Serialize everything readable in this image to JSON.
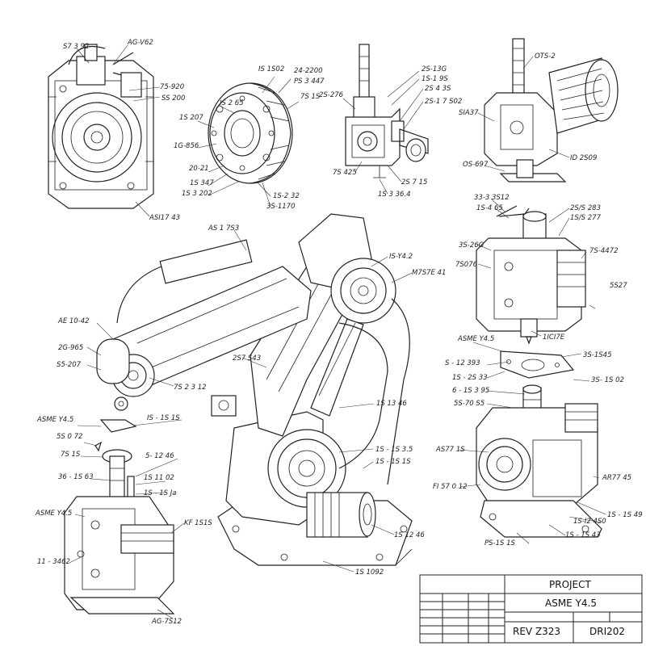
{
  "labels": {
    "tl_1": "S7 3 92",
    "tl_2": "AG-V62",
    "tl_3": "75-920",
    "tl_4": "SS 200",
    "tl_5": "ASI17 43",
    "ring_1": "IS 2 65",
    "ring_2": "IS 1S02",
    "ring_3": "24-2200",
    "ring_4": "PS 3 447",
    "ring_5": "7S 1S",
    "ring_6": "1S 207",
    "ring_7": "1G-856",
    "ring_8": "20-21",
    "ring_9": "1S 347",
    "ring_10": "1S 3 202",
    "ring_11": "1S-2 32",
    "ring_12": "3S-1170",
    "vm_1": "2S-13G",
    "vm_2": "1S-1 9S",
    "vm_3": "2S-276",
    "vm_4": "2S 4 3S",
    "vm_5": "2S-1 7 S02",
    "vm_6": "7S 425",
    "vm_7": "2S 7 15",
    "vm_8": "1S 3 36.4",
    "tr_1": "OTS-2",
    "tr_2": "SIA37",
    "tr_3": "ID 2S09",
    "tr_4": "OS-697",
    "rm_1": "33-3 3S12",
    "rm_2": "1S-4 65",
    "rm_3": "2S/S 283",
    "rm_4": "1S/S 277",
    "rm_5": "3S-26G",
    "rm_6": "7S-4472",
    "rm_7": "7S076",
    "rm_8": "5S27",
    "rm_9": "1ICI7E",
    "robot_1": "AS 1 7S3",
    "robot_2": "IS-Y4.2",
    "robot_3": "M7S7E 41",
    "robot_4": "AE 10-42",
    "robot_5": "2G-965",
    "robot_6": "S5-207",
    "robot_7": "7S 2 3 12",
    "robot_8": "2S7 S43",
    "robot_9": "1S 13 46",
    "robot_10": "1S - 1S 3.5",
    "robot_11": "1S - 1S 1S",
    "robot_12": "1S 12 46",
    "robot_13": "1S 1092",
    "bl_1": "ASME Y4.5",
    "bl_2": "IS - 1S 1S",
    "bl_3": "5S 0 72",
    "bl_4": "7S 1S",
    "bl_5": "5- 12 46",
    "bl_6": "36 - 1S 63",
    "bl_7": "1S 11 02",
    "bl_8": "1S - 1S Ja",
    "bl_9": "ASME Y4.5",
    "bl_10": "KF 1S1S",
    "bl_11": "11 - 3462",
    "bl_12": "AG-7S12",
    "br_1": "ASME Y4.5",
    "br_2": "3S-1S45",
    "br_3": "S - 12 393",
    "br_4": "1S - 2S 33",
    "br_5": "3S- 1S 02",
    "br_6": "6 - 1S 3 95",
    "br_7": "5S-70 S5",
    "br_8": "AS77 1S",
    "br_9": "AR77 45",
    "br_10": "FI 57 0 12",
    "br_11": "1S - 1S 49",
    "br_12": "1S-I2 4S0",
    "br_13": "1S - 1S 43",
    "br_14": "PS-1S 1S"
  },
  "title_block": {
    "project": "PROJECT",
    "standard": "ASME Y4.5",
    "revision": "REV Z323",
    "drawing_no": "DRI202"
  }
}
